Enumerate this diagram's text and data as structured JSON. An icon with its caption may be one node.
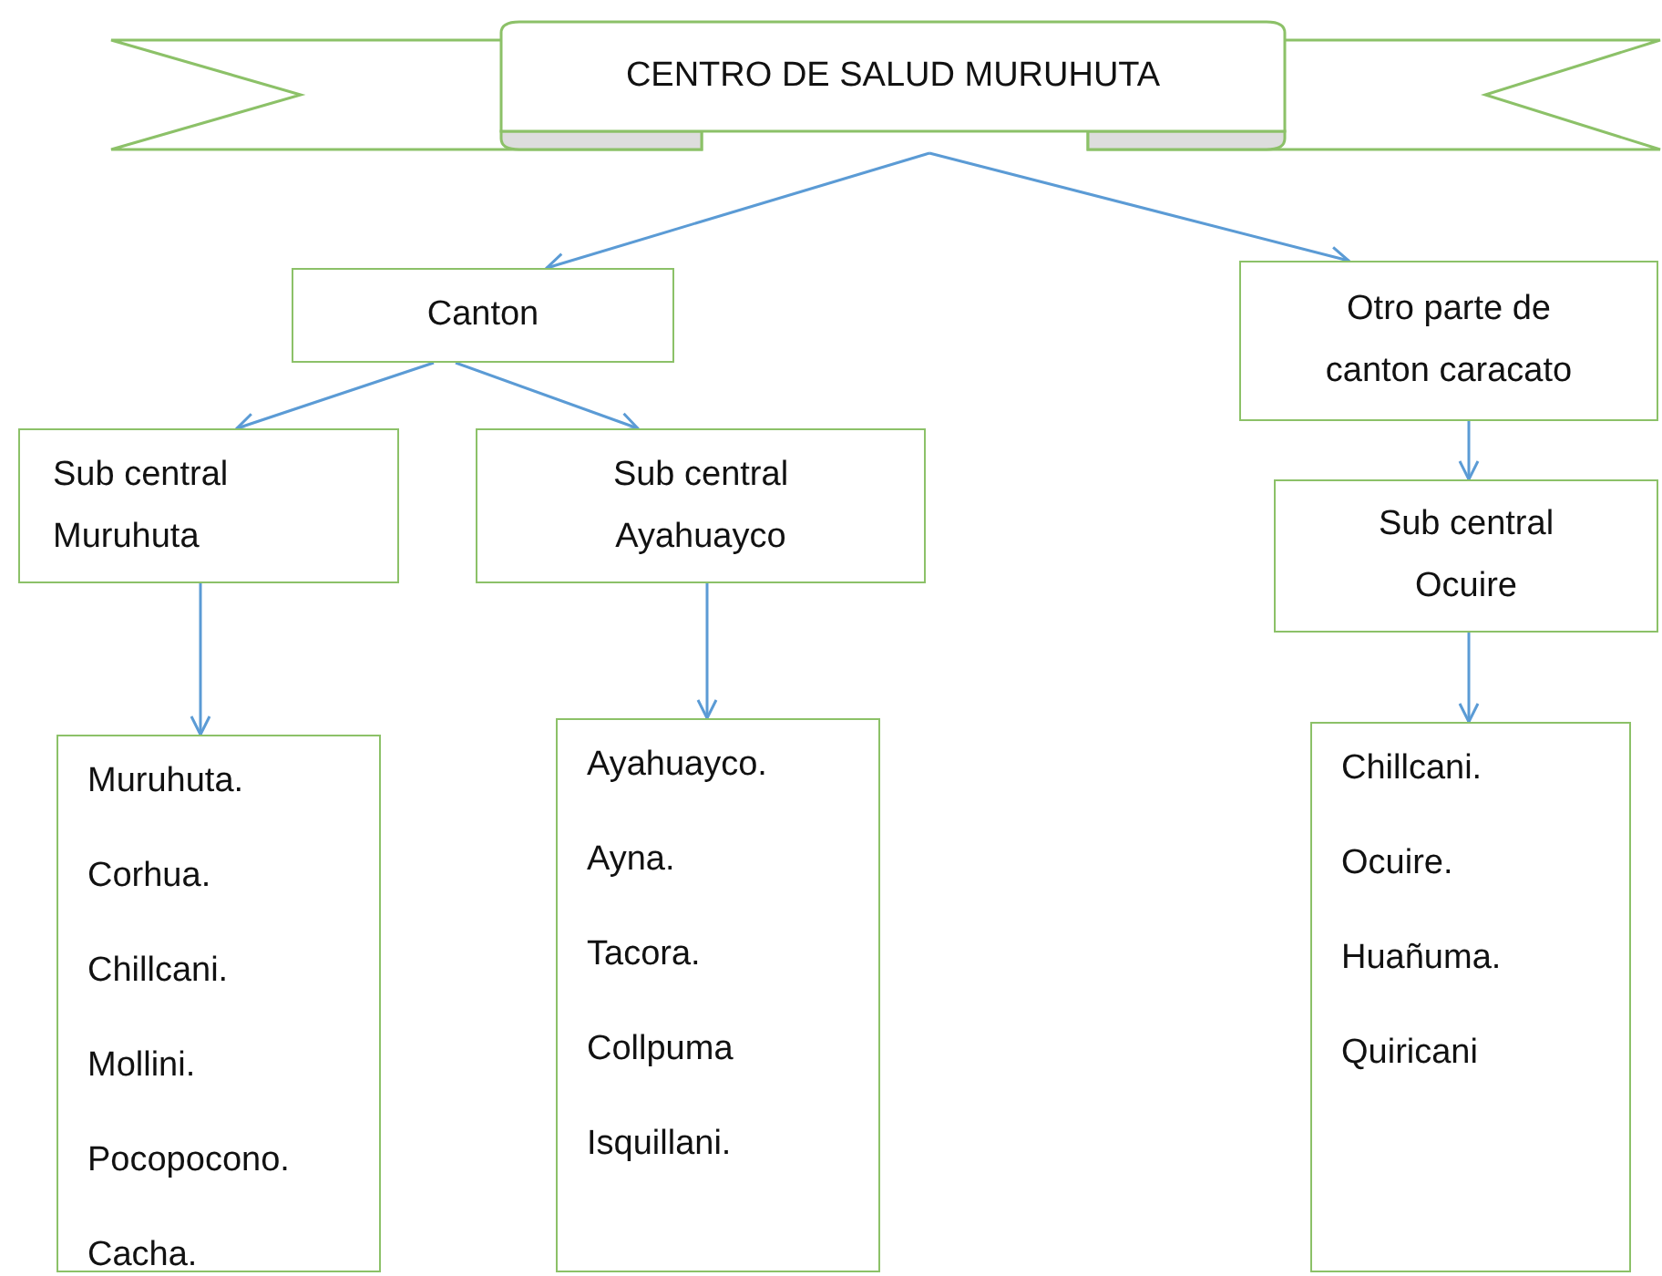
{
  "diagram": {
    "nodes": [
      {
        "text": [
          "CENTRO DE SALUD MURUHUTA"
        ]
      },
      {
        "text": [
          "Canton"
        ]
      },
      {
        "text": [
          "Otro parte de canton caracato"
        ]
      },
      {
        "text": [
          "Sub central Muruhuta"
        ]
      },
      {
        "text": [
          "Sub central Ayahuayco"
        ]
      },
      {
        "text": [
          "Sub central Ocuire"
        ]
      },
      {
        "text": [
          "Muruhuta.",
          "Corhua.",
          "Chillcani.",
          "Mollini.",
          "Pocopocono.",
          "Cacha."
        ]
      },
      {
        "text": [
          "Ayahuayco.",
          "Ayna.",
          "Tacora.",
          "Collpuma",
          "Isquillani."
        ]
      },
      {
        "text": [
          "Chillcani.",
          "Ocuire.",
          "Huañuma.",
          "Quiricani"
        ]
      }
    ],
    "edges": [
      {
        "from": 0,
        "to": 1,
        "arrow": "to"
      },
      {
        "from": 0,
        "to": 2,
        "arrow": "to"
      },
      {
        "from": 1,
        "to": 3,
        "arrow": "to"
      },
      {
        "from": 1,
        "to": 4,
        "arrow": "to"
      },
      {
        "from": 2,
        "to": 5,
        "arrow": "to"
      },
      {
        "from": 3,
        "to": 6,
        "arrow": "to"
      },
      {
        "from": 4,
        "to": 7,
        "arrow": "to"
      },
      {
        "from": 5,
        "to": 8,
        "arrow": "to"
      }
    ]
  }
}
